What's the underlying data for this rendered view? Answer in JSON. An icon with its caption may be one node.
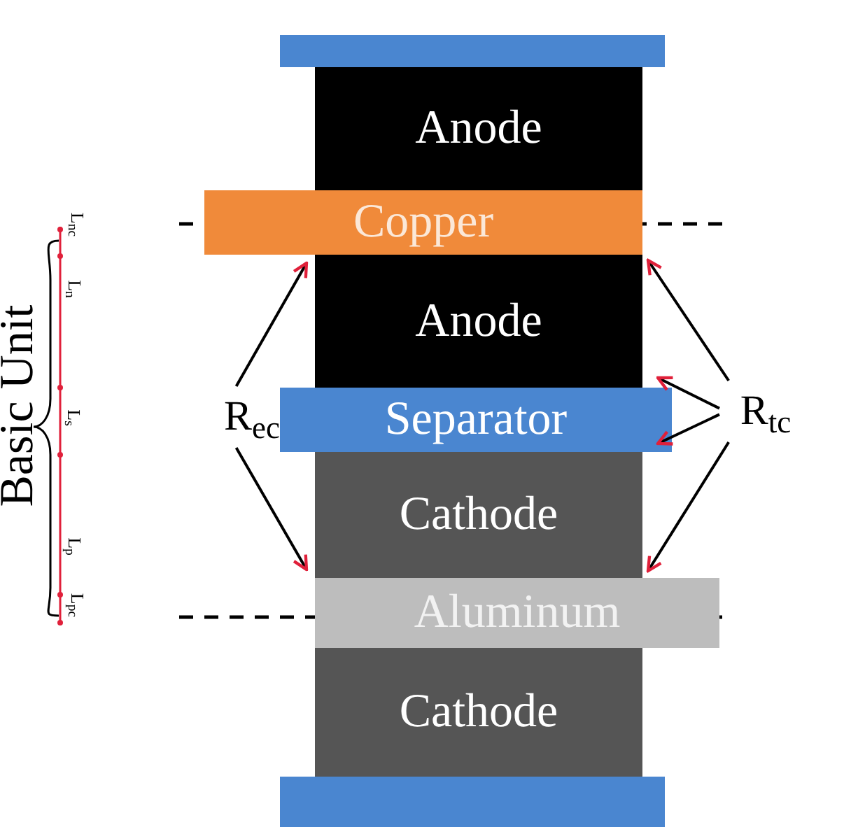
{
  "diagram": {
    "nodes": [
      {
        "text": [],
        "shape": "bar"
      },
      {
        "text": [
          "Anode"
        ]
      },
      {
        "text": [
          "Copper"
        ]
      },
      {
        "text": [
          "Anode"
        ]
      },
      {
        "text": [
          "Separator"
        ]
      },
      {
        "text": [
          "Cathode"
        ]
      },
      {
        "text": [
          "Aluminum"
        ]
      },
      {
        "text": [
          "Cathode"
        ]
      },
      {
        "text": [],
        "shape": "bar"
      },
      {
        "text": [
          "R$_{ec}$"
        ]
      },
      {
        "text": [
          "R$_{tc}$"
        ]
      }
    ],
    "edges": [
      {
        "from": 9,
        "to": 3,
        "arrow": "to"
      },
      {
        "from": 9,
        "to": 5,
        "arrow": "to"
      },
      {
        "from": 10,
        "to": 3,
        "arrow": "to"
      },
      {
        "from": 10,
        "to": 4,
        "arrow": "to"
      },
      {
        "from": 10,
        "to": 4,
        "arrow": "to"
      },
      {
        "from": 10,
        "to": 5,
        "arrow": "to"
      }
    ],
    "labels": [
      "Basic Unit",
      "L$_{nc}$",
      "L$_{n}$",
      "L$_{s}$",
      "L$_{p}$",
      "L$_{pc}$"
    ]
  }
}
